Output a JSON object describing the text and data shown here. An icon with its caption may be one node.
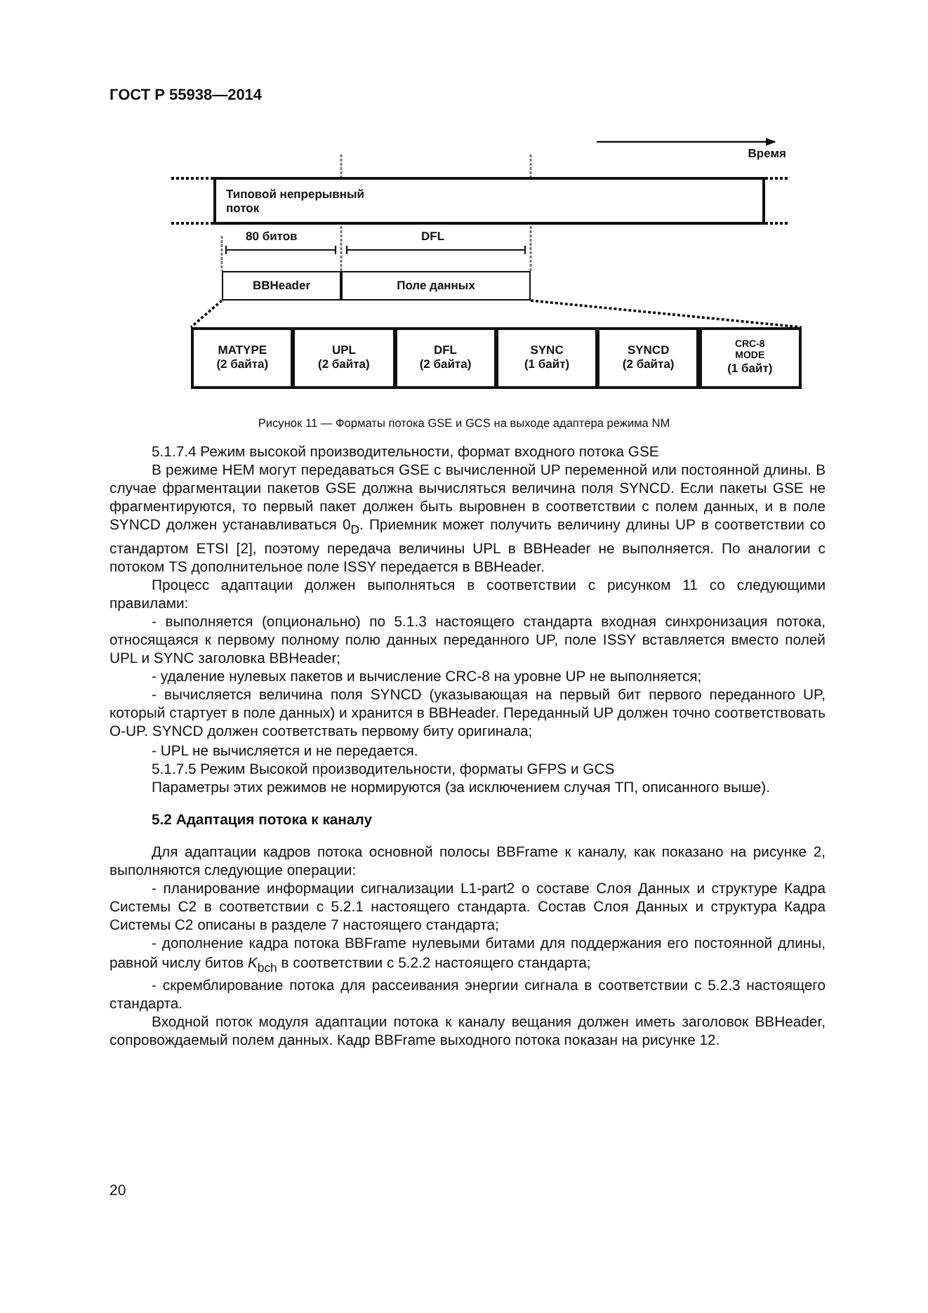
{
  "diagram": {
    "caption": "Рисунок 11 — Форматы потока GSE и GCS на выходе адаптера режима NM",
    "nodes": [
      {
        "text": [
          "Типовой непрерывный поток"
        ]
      },
      {
        "text": [
          "BBHeader"
        ]
      },
      {
        "text": [
          "Поле данных"
        ]
      },
      {
        "text": [
          "MATYPE",
          "(2 байта)"
        ]
      },
      {
        "text": [
          "UPL",
          "(2 байта)"
        ]
      },
      {
        "text": [
          "DFL",
          "(2 байта)"
        ]
      },
      {
        "text": [
          "SYNC",
          "(1 байт)"
        ]
      },
      {
        "text": [
          "SYNCD",
          "(2 байта)"
        ]
      },
      {
        "text": [
          "CRC-8 MODE",
          "(1 байт)"
        ]
      }
    ],
    "edges": [
      {
        "from": 1,
        "to": 3,
        "arrow": "none",
        "style": "dashed"
      },
      {
        "from": 2,
        "to": 8,
        "arrow": "none",
        "style": "dashed"
      }
    ],
    "labels": [
      "ГОСТ Р 55938—2014",
      "Время",
      "80 битов",
      "DFL",
      "5.1.7.4 Режим высокой производительности, формат входного потока GSE",
      "В режиме HEM могут передаваться GSE с вычисленной UP переменной или постоянной длины. В случае фрагментации пакетов GSE должна вычисляться величина поля SYNCD. Если пакеты GSE не фрагментируются, то первый пакет должен быть выровнен в соответствии с полем данных, и в поле SYNCD должен устанавливаться 0$_{D}$. Приемник может получить величину длины UP в соответствии со стандартом ETSI [2], поэтому передача величины UPL в BBHeader не выполняется. По аналогии с потоком TS дополнительное поле ISSY передается в BBHeader.",
      "Процесс адаптации должен выполняться в соответствии с рисунком 11 со следующими правилами:",
      "- выполняется (опционально) по 5.1.3 настоящего стандарта входная синхронизация потока, относящаяся к первому полному полю данных переданного UP, поле ISSY вставляется вместо полей UPL и SYNC заголовка BBHeader;",
      "- удаление нулевых пакетов и вычисление CRC-8 на уровне UP не выполняется;",
      "- вычисляется величина поля SYNCD (указывающая на первый бит первого переданного UP, который стартует в поле данных) и хранится в BBHeader. Переданный UP должен точно соответствовать O-UP. SYNCD должен соответствать первому биту оригинала;",
      "- UPL не вычисляется и не передается.",
      "5.1.7.5 Режим Высокой производительности, форматы GFPS и GCS",
      "Параметры этих режимов не нормируются (за исключением случая ТП, описанного выше).",
      "5.2 Адаптация потока к каналу",
      "Для адаптации кадров потока основной полосы BBFrame к каналу, как показано на рисунке 2, выполняются следующие операции:",
      "- планирование информации сигнализации L1-part2 о составе Слоя Данных и структуре Кадра Системы C2 в соответствии с 5.2.1 настоящего стандарта. Состав Слоя Данных и структура Кадра Системы C2 описаны в разделе 7 настоящего стандарта;",
      "- дополнение кадра потока BBFrame нулевыми битами для поддержания его постоянной длины, равной числу битов *K*$_{bch}$ в соответствии с 5.2.2 настоящего стандарта;",
      "- скремблирование потока для рассеивания энергии сигнала в соответствии с 5.2.3 настоящего стандарта.",
      "Входной поток модуля адаптации потока к каналу вещания должен иметь заголовок BBHeader, сопровождаемый полем данных. Кадр BBFrame выходного потока показан на рисунке 12.",
      "20"
    ]
  }
}
